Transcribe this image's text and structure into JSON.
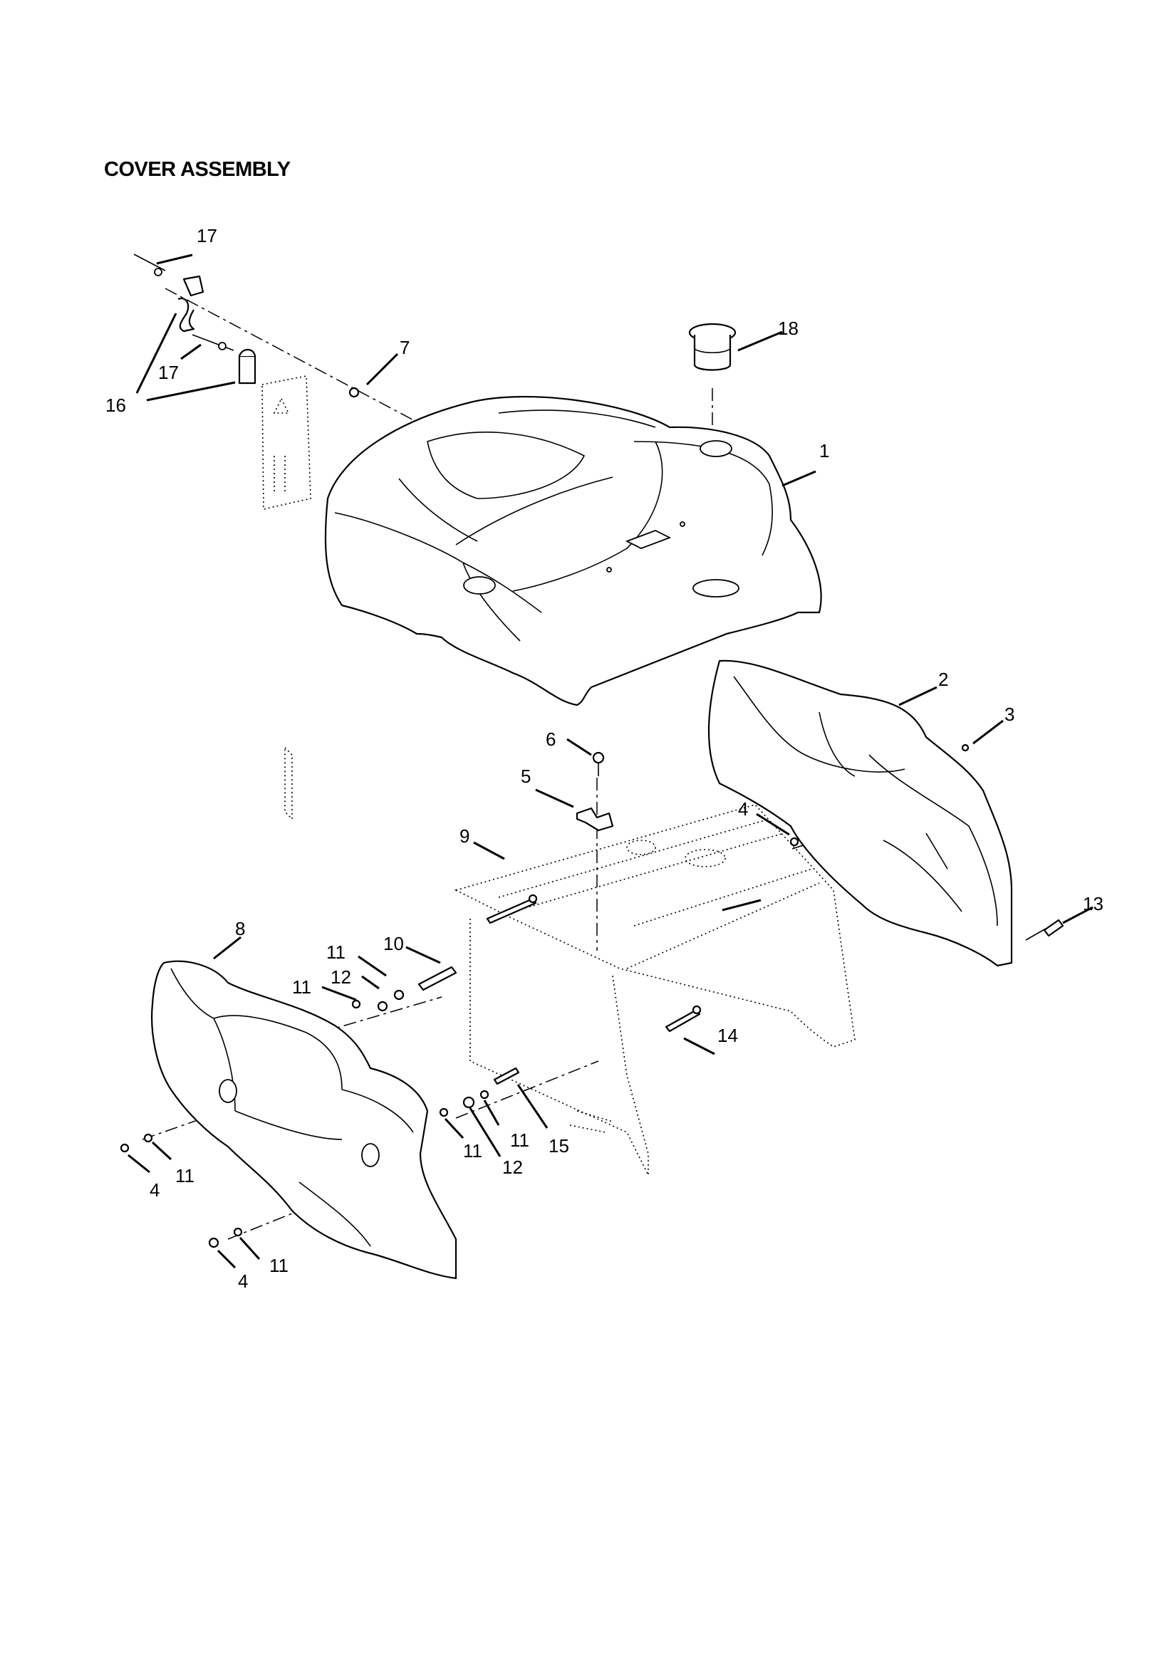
{
  "title": "COVER ASSEMBLY",
  "callouts": [
    "1",
    "2",
    "3",
    "4",
    "4",
    "4",
    "5",
    "6",
    "7",
    "8",
    "9",
    "10",
    "11",
    "11",
    "11",
    "11",
    "11",
    "11",
    "12",
    "12",
    "13",
    "14",
    "15",
    "16",
    "17",
    "17",
    "18"
  ]
}
